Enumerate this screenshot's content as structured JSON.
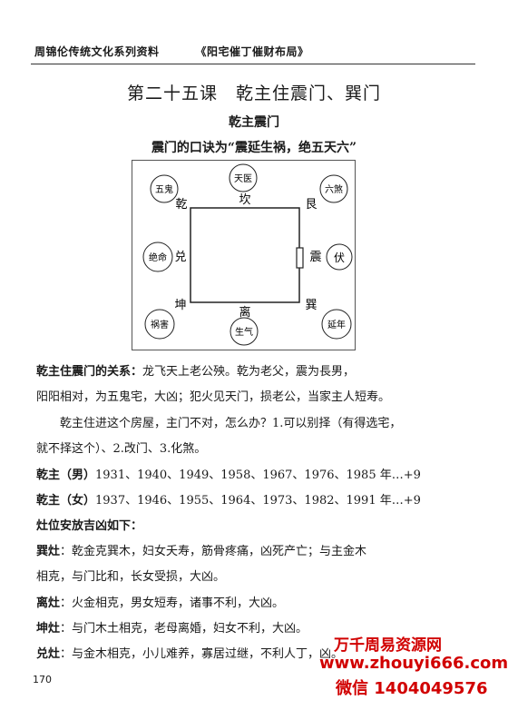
{
  "header": {
    "series": "周锦伦传统文化系列资料",
    "book": "《阳宅催丁催财布局》"
  },
  "lesson_title": "第二十五课　乾主住震门、巽门",
  "section_title": "乾主震门",
  "motto": "震门的口诀为“震延生祸，绝五天六”",
  "diagram": {
    "circles": {
      "tianyi": "天医",
      "wugui": "五鬼",
      "liusha": "六煞",
      "jueming": "绝命",
      "fu": "伏",
      "huohai": "祸害",
      "shengqi": "生气",
      "yannian": "延年"
    },
    "directions": {
      "qian": "乾",
      "kan": "坎",
      "gen": "艮",
      "dui": "兑",
      "zhen": "震",
      "kun": "坤",
      "li": "离",
      "xun": "巽"
    }
  },
  "relation": {
    "label": "乾主住震门的关系：",
    "line1": "龙飞天上老公殃。乾为老父，震为長男，",
    "line2": "阳阳相对，为五鬼宅，大凶；犯火见天门，损老公，当家主人短寿。"
  },
  "remedy": {
    "line1": "乾主住进这个房屋，主门不对，怎么办？1.可以别择（有得选宅，",
    "line2": "就不择这个）、2.改门、3.化煞。"
  },
  "male": {
    "label": "乾主（男）",
    "years": "1931、1940、1949、1958、1967、1976、1985 年…+9"
  },
  "female": {
    "label": "乾主（女）",
    "years": "1937、1946、1955、1964、1973、1982、1991 年…+9"
  },
  "stove_heading": "灶位安放吉凶如下：",
  "stoves": {
    "xun": {
      "label": "巽灶",
      "line1": "：乾金克巽木，妇女夭寿，筋骨疼痛，凶死产亡；与主金木",
      "line2": "相克，与门比和，长女受损，大凶。"
    },
    "li": {
      "label": "离灶",
      "text": "：火金相克，男女短寿，诸事不利，大凶。"
    },
    "kun": {
      "label": "坤灶",
      "text": "：与门木土相克，老母离婚，妇女不利，大凶。"
    },
    "dui": {
      "label": "兑灶",
      "text": "：与金木相克，小儿难养，寡居过继，不利人丁，凶。"
    }
  },
  "page_number": "170",
  "watermark": {
    "line1": "万千周易资源网",
    "line2": "www.zhouyi666.com",
    "line3": "微信 1404049576"
  }
}
